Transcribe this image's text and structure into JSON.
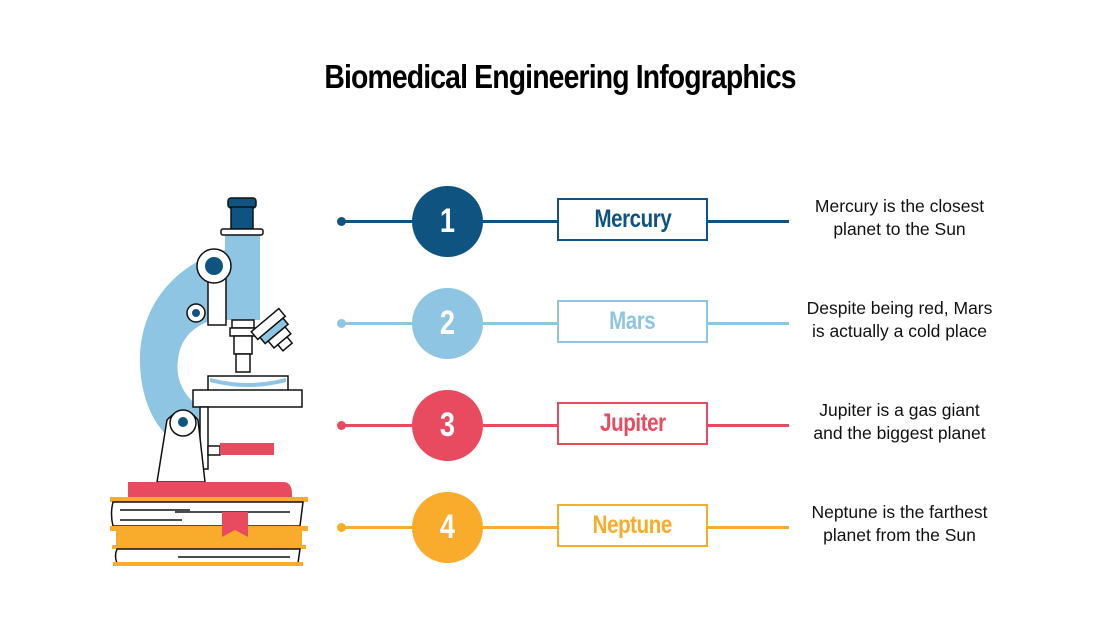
{
  "title": "Biomedical Engineering Infographics",
  "colors": {
    "dark_blue": "#0f5481",
    "light_blue": "#8ec5e2",
    "red": "#e84a60",
    "orange": "#f9ab2b"
  },
  "illustration": {
    "icon": "microscope-on-books-icon"
  },
  "items": [
    {
      "number": "1",
      "label": "Mercury",
      "description_line1": "Mercury is the closest",
      "description_line2": "planet to the Sun",
      "color": "#0f5481"
    },
    {
      "number": "2",
      "label": "Mars",
      "description_line1": "Despite being red, Mars",
      "description_line2": "is actually a cold place",
      "color": "#8ec5e2"
    },
    {
      "number": "3",
      "label": "Jupiter",
      "description_line1": "Jupiter is a gas giant",
      "description_line2": "and the biggest planet",
      "color": "#e84a60"
    },
    {
      "number": "4",
      "label": "Neptune",
      "description_line1": "Neptune is the farthest",
      "description_line2": "planet from the Sun",
      "color": "#f9ab2b"
    }
  ]
}
